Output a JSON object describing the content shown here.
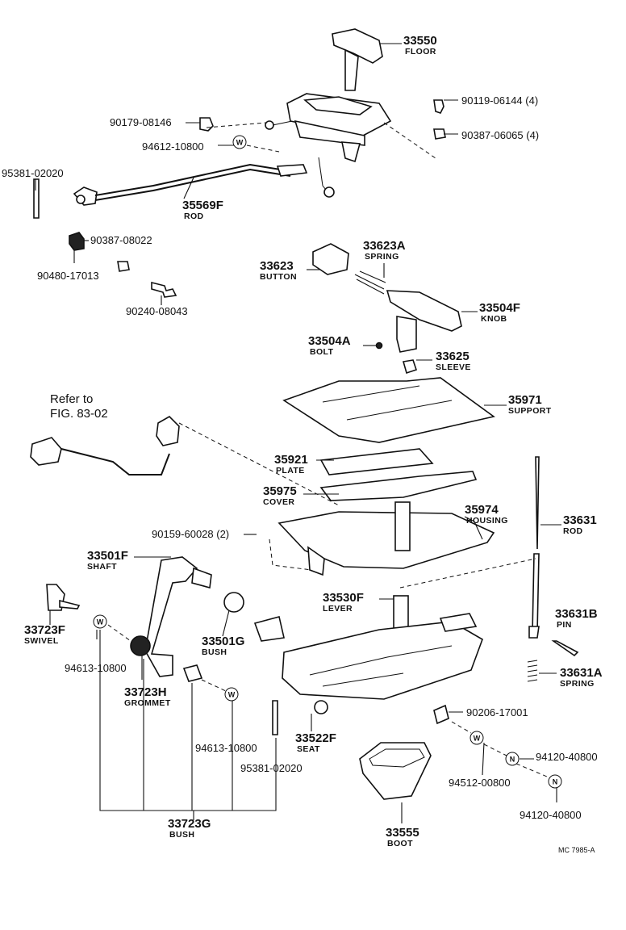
{
  "parts": {
    "p33550": {
      "number": "33550",
      "name": "FLOOR"
    },
    "p90119": {
      "number": "90119-06144 (4)"
    },
    "p90387a": {
      "number": "90387-06065 (4)"
    },
    "p90179": {
      "number": "90179-08146"
    },
    "p94612": {
      "number": "94612-10800"
    },
    "p95381a": {
      "number": "95381-02020"
    },
    "p35569F": {
      "number": "35569F",
      "name": "ROD"
    },
    "p90387b": {
      "number": "90387-08022"
    },
    "p90480": {
      "number": "90480-17013"
    },
    "p90240": {
      "number": "90240-08043"
    },
    "p33623A": {
      "number": "33623A",
      "name": "SPRING"
    },
    "p33623": {
      "number": "33623",
      "name": "BUTTON"
    },
    "p33504F": {
      "number": "33504F",
      "name": "KNOB"
    },
    "p33504A": {
      "number": "33504A",
      "name": "BOLT"
    },
    "p33625": {
      "number": "33625",
      "name": "SLEEVE"
    },
    "p35971": {
      "number": "35971",
      "name": "SUPPORT"
    },
    "p35921": {
      "number": "35921",
      "name": "PLATE"
    },
    "p35975": {
      "number": "35975",
      "name": "COVER"
    },
    "p35974": {
      "number": "35974",
      "name": "HOUSING"
    },
    "p33631": {
      "number": "33631",
      "name": "ROD"
    },
    "p90159": {
      "number": "90159-60028 (2)"
    },
    "p33501F": {
      "number": "33501F",
      "name": "SHAFT"
    },
    "p33530F": {
      "number": "33530F",
      "name": "LEVER"
    },
    "p33723F": {
      "number": "33723F",
      "name": "SWIVEL"
    },
    "p33501G": {
      "number": "33501G",
      "name": "BUSH"
    },
    "p33631B": {
      "number": "33631B",
      "name": "PIN"
    },
    "p94613a": {
      "number": "94613-10800"
    },
    "p33723H": {
      "number": "33723H",
      "name": "GROMMET"
    },
    "p33631A": {
      "number": "33631A",
      "name": "SPRING"
    },
    "p90206": {
      "number": "90206-17001"
    },
    "p33522F": {
      "number": "33522F",
      "name": "SEAT"
    },
    "p94613b": {
      "number": "94613-10800"
    },
    "p95381b": {
      "number": "95381-02020"
    },
    "p94120a": {
      "number": "94120-40800"
    },
    "p94512": {
      "number": "94512-00800"
    },
    "p94120b": {
      "number": "94120-40800"
    },
    "p33723G": {
      "number": "33723G",
      "name": "BUSH"
    },
    "p33555": {
      "number": "33555",
      "name": "BOOT"
    }
  },
  "reference": {
    "line1": "Refer to",
    "line2": "FIG. 83-02"
  },
  "symbols": {
    "washer": "W",
    "nut": "N"
  },
  "figure_code": "MC  7985-A"
}
